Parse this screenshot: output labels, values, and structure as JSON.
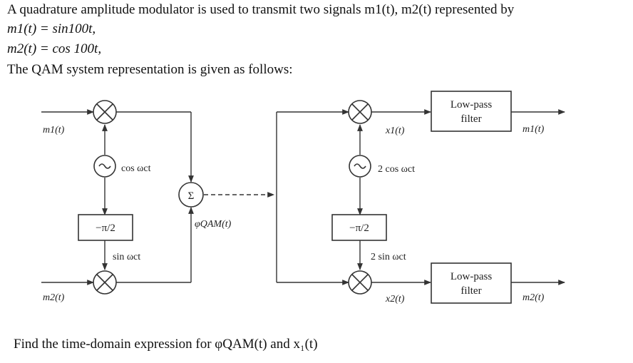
{
  "problem": {
    "intro": "A quadrature amplitude modulator is used to transmit two signals m1(t), m2(t) represented by",
    "eq1_lhs": "m1(t) = ",
    "eq1_rhs": "sin100t,",
    "eq2_lhs": "m2(t) = ",
    "eq2_rhs": "cos 100t,",
    "system_line": "The QAM system representation is given as follows:",
    "question": "Find the time-domain expression for φQAM(t) and x₁(t)"
  },
  "diagram": {
    "tx": {
      "input_top": "m1(t)",
      "input_bottom": "m2(t)",
      "carrier_cos": "cos ωct",
      "carrier_sin": "sin ωct",
      "phase_shift": "−π/2",
      "summer": "Σ",
      "output": "φQAM(t)"
    },
    "rx": {
      "carrier_cos": "2 cos ωct",
      "carrier_sin": "2 sin ωct",
      "phase_shift": "−π/2",
      "x1": "x1(t)",
      "x2": "x2(t)",
      "lpf_top": [
        "Low-pass",
        "filter"
      ],
      "lpf_bottom": [
        "Low-pass",
        "filter"
      ],
      "out_top": "m1(t)",
      "out_bottom": "m2(t)"
    }
  }
}
